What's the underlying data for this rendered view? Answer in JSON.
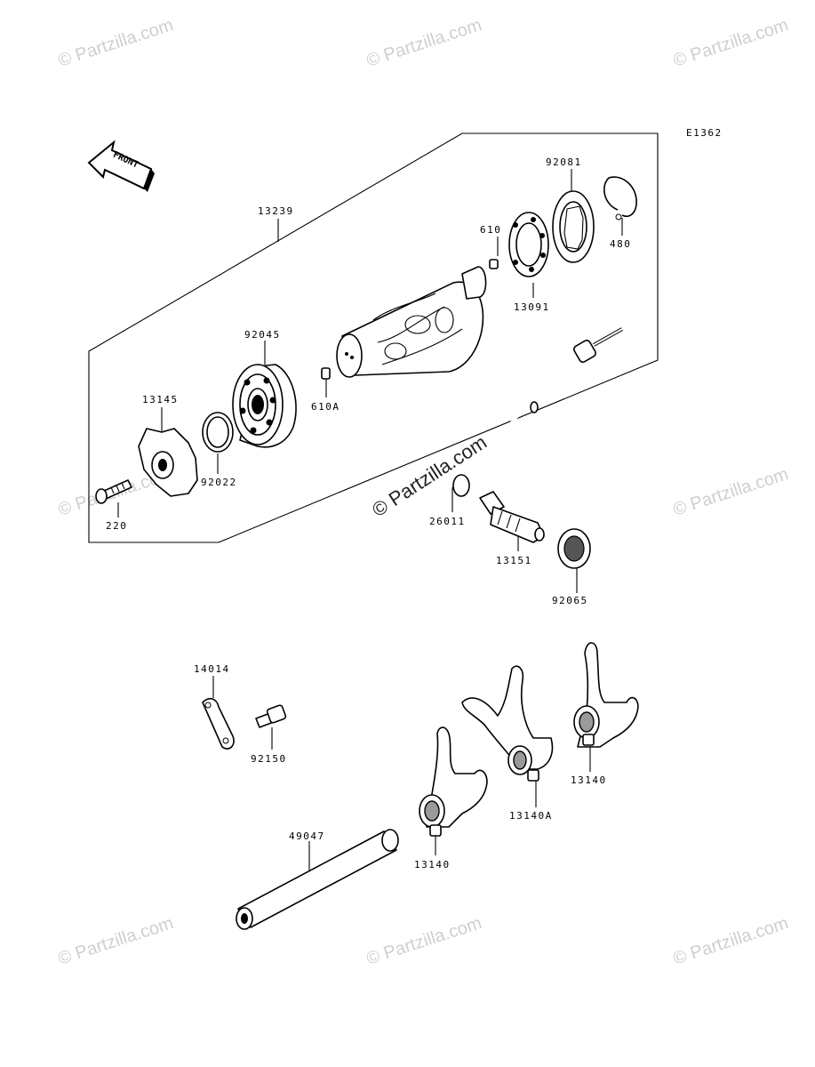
{
  "diagram_code": "E1362",
  "front_label": "FRONT",
  "watermark": "© Partzilla.com",
  "parts": {
    "p13239": "13239",
    "p92081": "92081",
    "p480": "480",
    "p610": "610",
    "p13091": "13091",
    "p92045": "92045",
    "p610A": "610A",
    "p13145": "13145",
    "p92022": "92022",
    "p220": "220",
    "p26011": "26011",
    "p13151": "13151",
    "p92065": "92065",
    "p14014": "14014",
    "p92150": "92150",
    "p49047": "49047",
    "p13140a": "13140",
    "p13140A": "13140A",
    "p13140b": "13140"
  }
}
